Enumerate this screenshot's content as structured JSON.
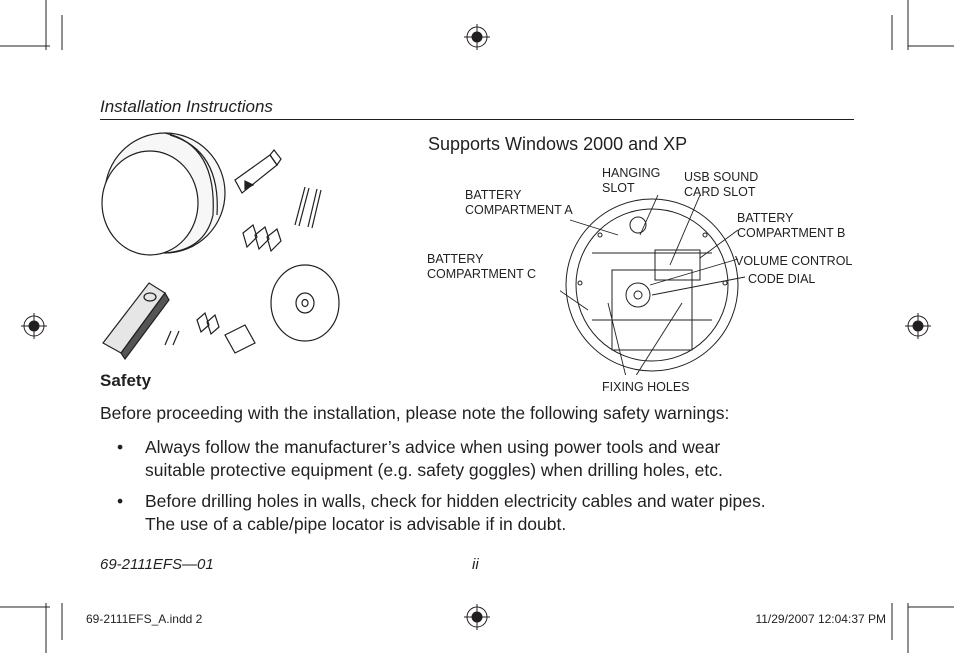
{
  "header": {
    "title": "Installation Instructions"
  },
  "diagram": {
    "heading": "Supports Windows 2000 and XP",
    "labels": {
      "hanging_slot": "HANGING\nSLOT",
      "usb_slot": "USB SOUND\nCARD SLOT",
      "battery_a": "BATTERY\nCOMPARTMENT A",
      "battery_b": "BATTERY\nCOMPARTMENT B",
      "battery_c": "BATTERY\nCOMPARTMENT C",
      "volume": "VOLUME CONTROL",
      "code_dial": "CODE DIAL",
      "fixing_holes": "FIXING HOLES"
    }
  },
  "safety": {
    "heading": "Safety",
    "intro": "Before proceeding with the installation, please note the following safety warnings:",
    "bullet_symbol": "•",
    "bullets": [
      "Always follow the manufacturer’s advice when using power tools and wear\nsuitable protective equipment (e.g. safety goggles) when drilling holes, etc.",
      "Before drilling holes in walls, check for hidden electricity cables and water pipes.\nThe use of a cable/pipe locator is advisable if in doubt."
    ]
  },
  "footer": {
    "doc_number": "69-2111EFS—01",
    "page": "ii"
  },
  "slug": {
    "file": "69-2111EFS_A.indd   2",
    "datetime": "11/29/2007   12:04:37 PM"
  }
}
